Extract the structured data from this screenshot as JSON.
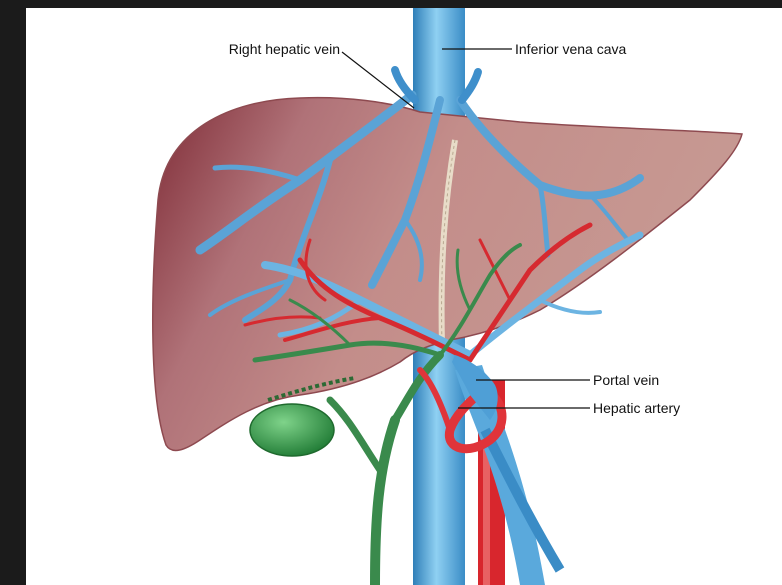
{
  "colors": {
    "frame": "#1b1b1b",
    "canvas": "#ffffff",
    "liver": "#c08a88",
    "liver_dark": "#8e3a42",
    "vein_blue": "#6fb7e3",
    "vein_blue_dark": "#2f7fb8",
    "artery_red": "#e0343a",
    "bile_green": "#3a8a4c",
    "gallbladder": "#2f9a48"
  },
  "labels": {
    "right_hepatic_vein": "Right hepatic vein",
    "inferior_vena_cava": "Inferior vena cava",
    "portal_vein": "Portal vein",
    "hepatic_artery": "Hepatic artery"
  }
}
